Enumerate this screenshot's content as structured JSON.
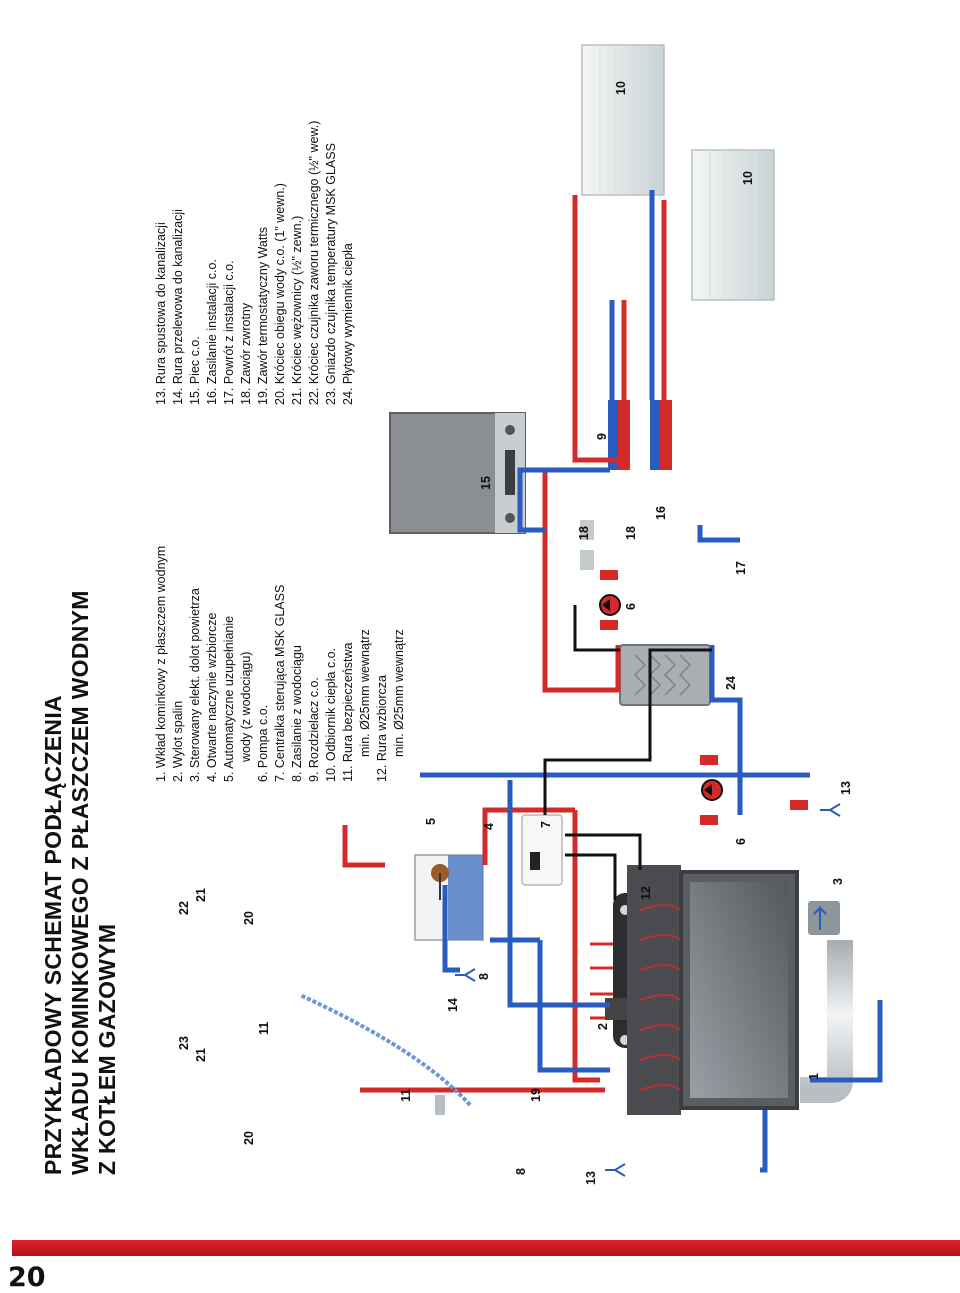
{
  "title": {
    "line1": "PRZYKŁADOWY SCHEMAT PODŁĄCZENIA",
    "line2": "WKŁADU KOMINKOWEGO Z PŁASZCZEM WODNYM",
    "line3": "Z KOTŁEM GAZOWYM"
  },
  "legend_left": [
    "1. Wkład kominkowy z płaszczem wodnym",
    "2. Wylot spalin",
    "3. Sterowany elekt. dolot powietrza",
    "4. Otwarte naczynie wzbiorcze",
    "5. Automatyczne uzupełnianie",
    "wody (z wodociągu)",
    "6. Pompa c.o.",
    "7. Centralka sterująca MSK GLASS",
    "8. Zasilanie z wodociągu",
    "9. Rozdzielacz c.o.",
    "10. Odbiornik ciepła c.o.",
    "11. Rura bezpieczeństwa",
    "min. Ø25mm wewnątrz",
    "12. Rura wzbiorcza",
    "min. Ø25mm wewnątrz"
  ],
  "legend_right": [
    "13. Rura spustowa do kanalizacji",
    "14. Rura przelewowa do kanalizacji",
    "15. Piec c.o.",
    "16. Zasilanie instalacji c.o.",
    "17. Powrót z instalacji c.o.",
    "18. Zawór zwrotny",
    "19. Zawór termostatyczny Watts",
    "20. Króciec obiegu wody c.o. (1\" wewn.)",
    "21. Króciec wężownicy (½\" zewn.)",
    "22. Króciec czujnika zaworu termicznego (½\" wew.)",
    "23. Gniazdo czujnika temperatury MSK GLASS",
    "24. Płytowy wymiennik ciepła"
  ],
  "callouts": {
    "n1": "1",
    "n2": "2",
    "n3": "3",
    "n4": "4",
    "n5": "5",
    "n6a": "6",
    "n6b": "6",
    "n7": "7",
    "n8a": "8",
    "n8b": "8",
    "n9": "9",
    "n10a": "10",
    "n10b": "10",
    "n11a": "11",
    "n11b": "11",
    "n12": "12",
    "n13a": "13",
    "n13b": "13",
    "n14": "14",
    "n15": "15",
    "n16": "16",
    "n17": "17",
    "n18a": "18",
    "n18b": "18",
    "n19": "19",
    "n20a": "20",
    "n20b": "20",
    "n21a": "21",
    "n21b": "21",
    "n22": "22",
    "n23": "23",
    "n24": "24"
  },
  "colors": {
    "supply_red": "#d42a2a",
    "return_blue": "#2a5bbf",
    "control_black": "#111111",
    "footer_red": "#c8161e"
  },
  "page_number": "20"
}
